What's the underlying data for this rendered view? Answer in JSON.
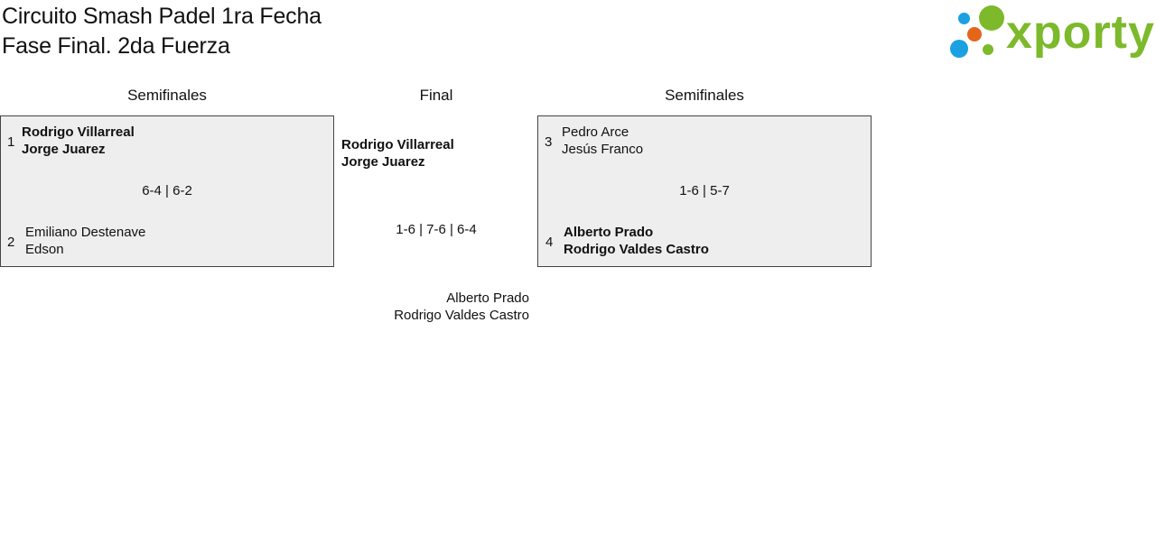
{
  "header": {
    "title_line1": "Circuito Smash Padel 1ra Fecha",
    "title_line2": "Fase Final. 2da Fuerza"
  },
  "logo": {
    "text": "xporty",
    "colors": {
      "green": "#7cb92b",
      "blue": "#1ba1e2",
      "orange": "#e5651b"
    }
  },
  "columns": {
    "left": "Semifinales",
    "center": "Final",
    "right": "Semifinales"
  },
  "semifinal_left": {
    "team1": {
      "seed": "1",
      "player1": "Rodrigo Villarreal",
      "player2": "Jorge Juarez",
      "winner": true
    },
    "team2": {
      "seed": "2",
      "player1": "Emiliano Destenave",
      "player2": "Edson",
      "winner": false
    },
    "score": "6-4 | 6-2"
  },
  "semifinal_right": {
    "team1": {
      "seed": "3",
      "player1": "Pedro Arce",
      "player2": "Jesús Franco",
      "winner": false
    },
    "team2": {
      "seed": "4",
      "player1": "Alberto Prado",
      "player2": "Rodrigo Valdes Castro",
      "winner": true
    },
    "score": "1-6 | 5-7"
  },
  "final": {
    "team1": {
      "player1": "Rodrigo Villarreal",
      "player2": "Jorge Juarez",
      "winner": true
    },
    "team2": {
      "player1": "Alberto Prado",
      "player2": "Rodrigo Valdes Castro",
      "winner": false
    },
    "score": "1-6 | 7-6 | 6-4"
  }
}
